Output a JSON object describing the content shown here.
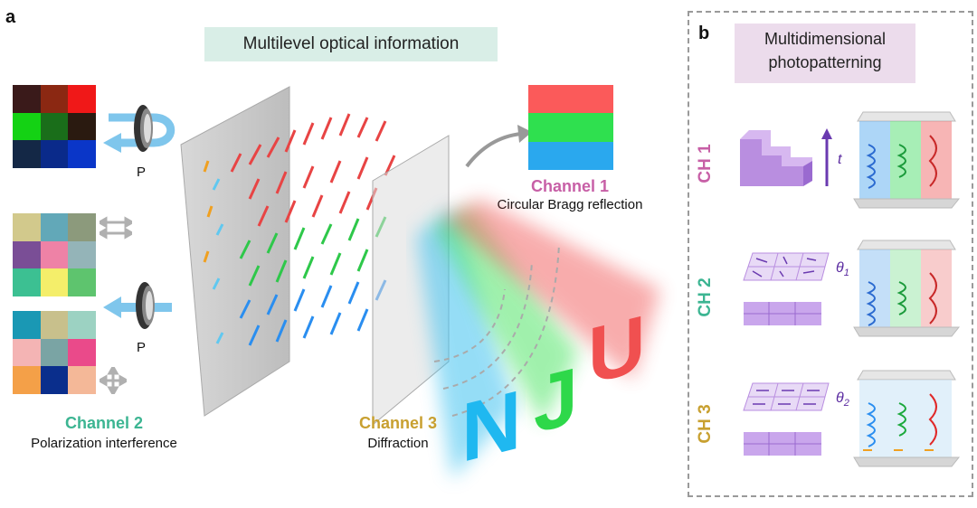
{
  "panel_a": {
    "letter": "a",
    "title": "Multilevel optical information"
  },
  "panel_b": {
    "letter": "b",
    "title_line1": "Multidimensional",
    "title_line2": "photopatterning"
  },
  "channel1": {
    "title": "Channel 1",
    "subtitle": "Circular Bragg reflection",
    "color": "#c75fa6"
  },
  "channel2": {
    "title": "Channel 2",
    "subtitle": "Polarization interference",
    "color": "#3cb592"
  },
  "channel3": {
    "title": "Channel 3",
    "subtitle": "Diffraction",
    "color": "#c8a030"
  },
  "polarizer_label_top": "P",
  "polarizer_label_bottom": "P",
  "letters_njU": [
    "N",
    "J",
    "U"
  ],
  "ch_rows": [
    {
      "label": "CH 1",
      "color": "#c75fa6",
      "symbol": "t"
    },
    {
      "label": "CH 2",
      "color": "#3cb592",
      "symbol": "θ",
      "sub": "1"
    },
    {
      "label": "CH 3",
      "color": "#c8a030",
      "symbol": "θ",
      "sub": "2"
    }
  ],
  "grids": {
    "top": [
      "#3a1a1a",
      "#8b2812",
      "#f01818",
      "#14d214",
      "#1a6e1a",
      "#2a1a10",
      "#142846",
      "#0a2a8a",
      "#0a36c8"
    ],
    "middle": [
      "#d2c98c",
      "#62a8b8",
      "#8c9a7c",
      "#7a4e96",
      "#ee82a6",
      "#94b4b8",
      "#3cc092",
      "#f4ee6a",
      "#5ec46e"
    ],
    "bottom": [
      "#1a98b4",
      "#c8c08c",
      "#9cd2c2",
      "#f4b4b4",
      "#7aa4a4",
      "#ea4a8a",
      "#f4a048",
      "#0a2e8c",
      "#f4b898"
    ]
  },
  "output_stripes": [
    "#fb5a5a",
    "#2fe04f",
    "#2aa8ee"
  ],
  "colors": {
    "red": "#f04a4a",
    "green": "#2ec84a",
    "blue": "#2a8ef0",
    "cyan": "#3fc2f0",
    "purple": "#b98ee0",
    "arrow": "#7fc6ec"
  }
}
